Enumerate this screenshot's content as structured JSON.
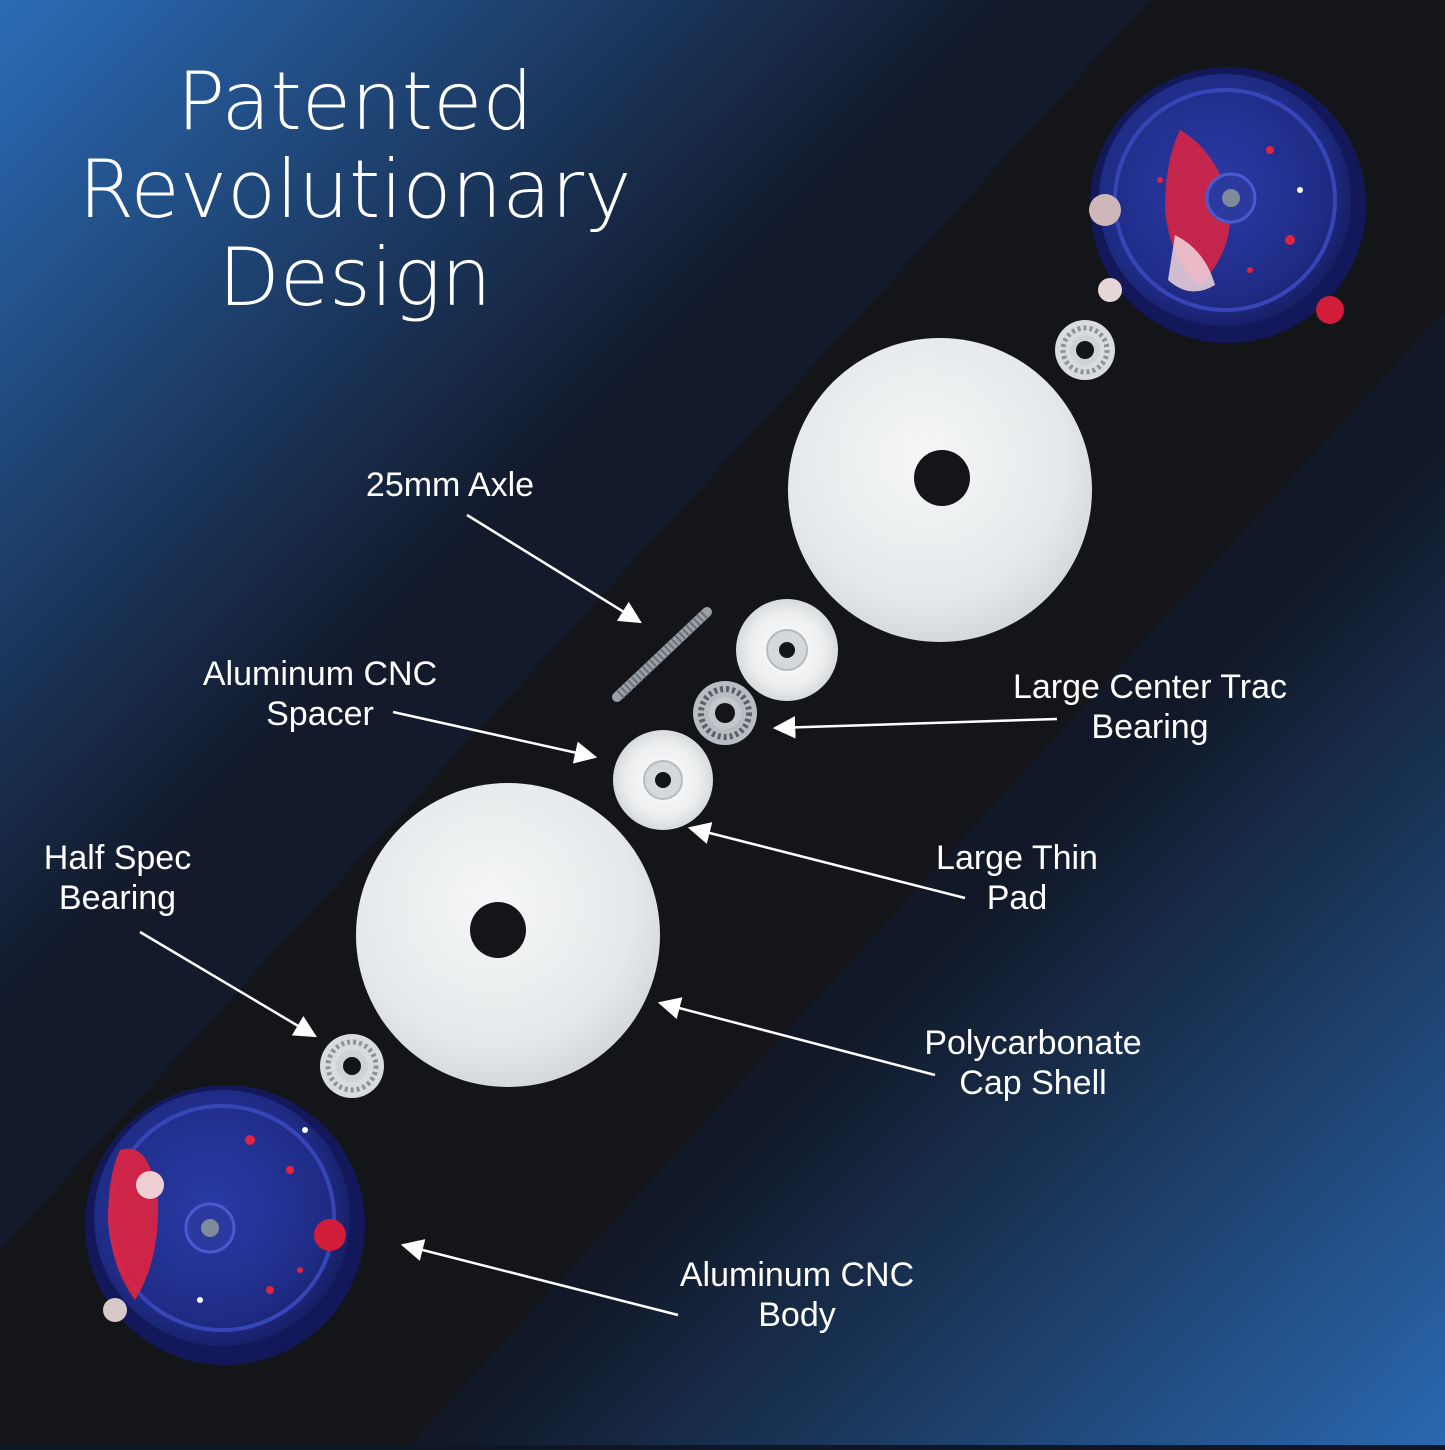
{
  "title": {
    "lines": [
      "Patented",
      "Revolutionary",
      "Design"
    ]
  },
  "labels": {
    "axle": "25mm Axle",
    "spacer": [
      "Aluminum CNC",
      "Spacer"
    ],
    "trac_bearing": [
      "Large Center Trac",
      "Bearing"
    ],
    "half_spec": [
      "Half Spec",
      "Bearing"
    ],
    "thin_pad": [
      "Large Thin",
      "Pad"
    ],
    "cap_shell": [
      "Polycarbonate",
      "Cap Shell"
    ],
    "body": [
      "Aluminum CNC",
      "Body"
    ]
  },
  "colors": {
    "bg_blue": "#2a6ab5",
    "bg_dark": "#0d1220",
    "mat": "#15161a",
    "shell_white": "#e9ecee",
    "body_blue": "#22308f",
    "splatter_red": "#e0233f",
    "label": "#ffffff"
  }
}
